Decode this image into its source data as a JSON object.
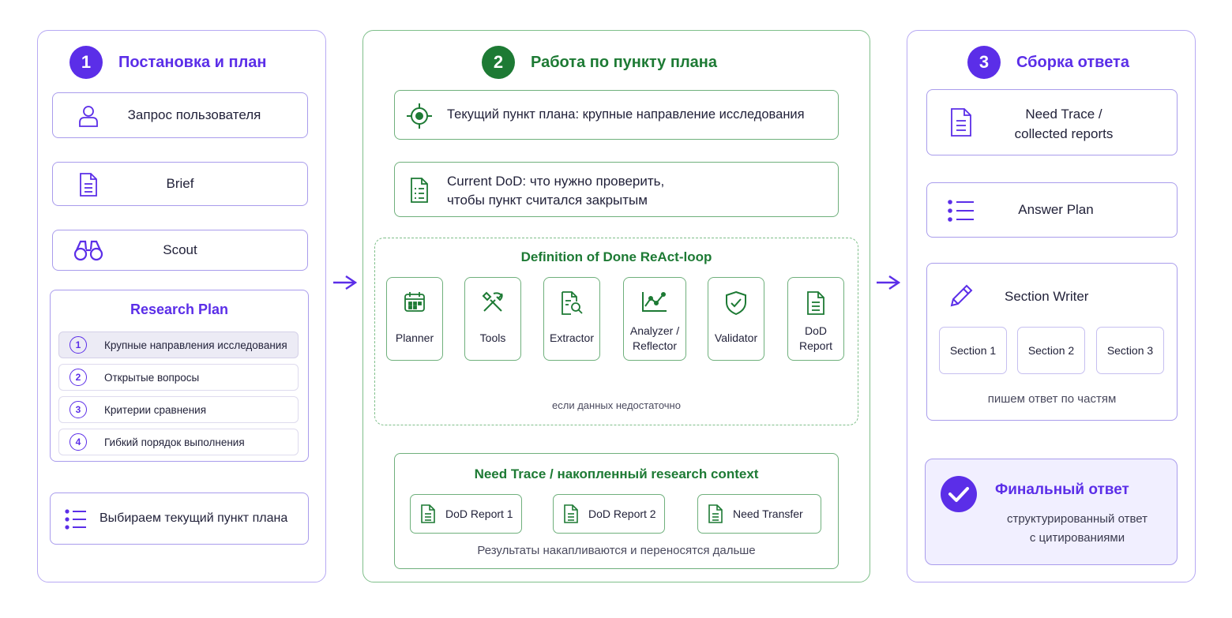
{
  "colors": {
    "purple": "#5b2ee8",
    "green": "#1d7a34"
  },
  "panel1": {
    "number": "1",
    "title": "Постановка и план",
    "user_request": {
      "label": "Запрос пользователя",
      "icon": "user-icon"
    },
    "brief": {
      "label": "Brief",
      "icon": "document-icon"
    },
    "scout": {
      "label": "Scout",
      "icon": "binoculars-icon"
    },
    "research_plan": {
      "title": "Research Plan",
      "items": [
        {
          "num": "1",
          "text": "Крупные направления исследования"
        },
        {
          "num": "2",
          "text": "Открытые вопросы"
        },
        {
          "num": "3",
          "text": "Критерии сравнения"
        },
        {
          "num": "4",
          "text": "Гибкий порядок выполнения"
        }
      ]
    },
    "select_item": {
      "label": "Выбираем текущий пункт плана",
      "icon": "list-icon"
    }
  },
  "panel2": {
    "number": "2",
    "title": "Работа по пункту плана",
    "current_item": {
      "label": "Текущий пункт плана: крупные направление исследования",
      "icon": "target-icon"
    },
    "current_dod": {
      "line1": "Current DoD: что нужно проверить,",
      "line2": "чтобы пункт считался закрытым",
      "icon": "checklist-icon"
    },
    "loop": {
      "title": "Definition of Done ReAct-loop",
      "steps": [
        {
          "label": "Planner",
          "icon": "calendar-icon"
        },
        {
          "label": "Tools",
          "icon": "tools-icon"
        },
        {
          "label": "Extractor",
          "icon": "doc-search-icon"
        },
        {
          "label1": "Analyzer /",
          "label2": "Reflector",
          "icon": "chart-line-icon"
        },
        {
          "label": "Validator",
          "icon": "shield-check-icon"
        },
        {
          "label1": "DoD",
          "label2": "Report",
          "icon": "document-icon"
        }
      ],
      "feedback_caption": "если данных недостаточно"
    },
    "need_trace": {
      "title": "Need Trace / накопленный research context",
      "reports": [
        "DoD Report 1",
        "DoD Report 2",
        "Need Transfer"
      ],
      "caption": "Результаты накапливаются и переносятся дальше"
    }
  },
  "panel3": {
    "number": "3",
    "title": "Сборка ответа",
    "need_trace": {
      "line1": "Need Trace /",
      "line2": "collected reports",
      "icon": "document-icon"
    },
    "answer_plan": {
      "label": "Answer Plan",
      "icon": "list-icon"
    },
    "section_writer": {
      "label": "Section Writer",
      "icon": "pencil-icon",
      "sections": [
        "Section 1",
        "Section 2",
        "Section 3"
      ],
      "caption": "пишем ответ по частям"
    },
    "final": {
      "title": "Финальный ответ",
      "line1": "структурированный ответ",
      "line2": "с цитированиями",
      "icon": "check-circle-icon"
    }
  }
}
